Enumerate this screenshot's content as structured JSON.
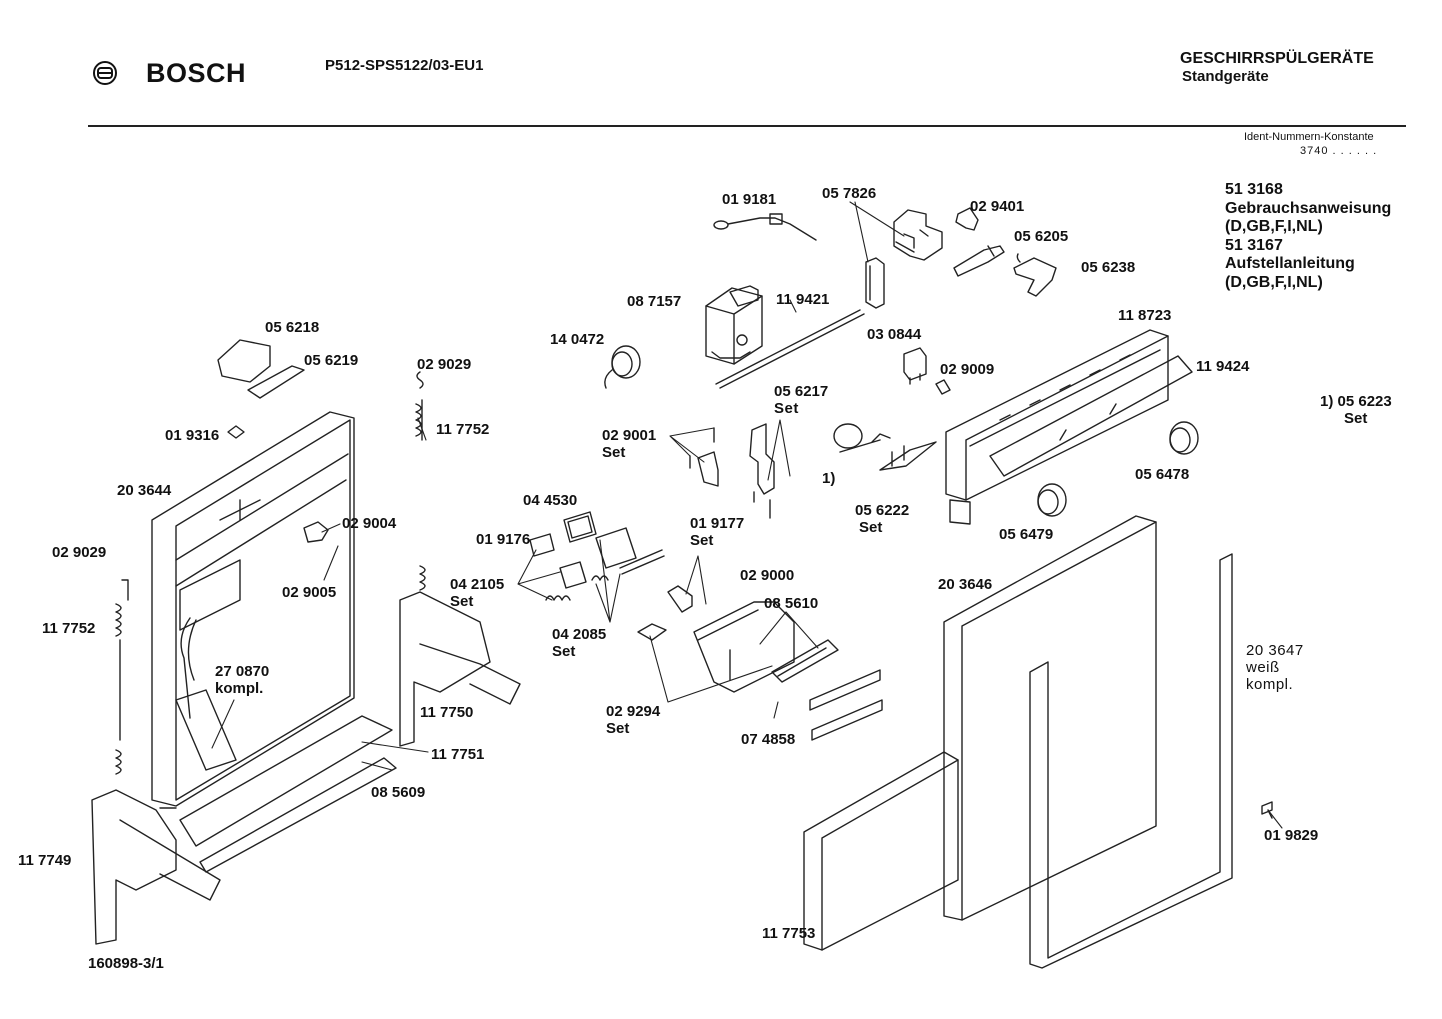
{
  "header": {
    "brand": "BOSCH",
    "model": "P512-SPS5122/03-EU1",
    "category": "GESCHIRRSPÜLGERÄTE",
    "subcategory": "Standgeräte"
  },
  "ident": {
    "title": "Ident-Nummern-Konstante",
    "value": "3740  . .   . . . ."
  },
  "documents": [
    {
      "number": "51 3168",
      "name": "Gebrauchsanweisung",
      "langs": "(D,GB,F,I,NL)"
    },
    {
      "number": "51 3167",
      "name": "Aufstellanleitung",
      "langs": "(D,GB,F,I,NL)"
    }
  ],
  "parts": [
    {
      "code": "01 9181"
    },
    {
      "code": "05 7826"
    },
    {
      "code": "02 9401"
    },
    {
      "code": "05 6205"
    },
    {
      "code": "05 6238"
    },
    {
      "code": "08 7157"
    },
    {
      "code": "11 9421"
    },
    {
      "code": "14 0472"
    },
    {
      "code": "03 0844"
    },
    {
      "code": "02 9009"
    },
    {
      "code": "11 8723"
    },
    {
      "code": "11 9424"
    },
    {
      "code": "05 6218"
    },
    {
      "code": "05 6219"
    },
    {
      "code": "02 9029",
      "id": "a"
    },
    {
      "code": "11 7752",
      "id": "a"
    },
    {
      "code": "01 9316"
    },
    {
      "code": "05 6217",
      "note": "Set"
    },
    {
      "code": "02 9001",
      "note": "Set"
    },
    {
      "code": "1)"
    },
    {
      "code": "05 6222",
      "note": "Set"
    },
    {
      "code": "05 6478"
    },
    {
      "code": "05 6479"
    },
    {
      "code": "20 3644"
    },
    {
      "code": "02 9004"
    },
    {
      "code": "04 4530"
    },
    {
      "code": "01 9176"
    },
    {
      "code": "01 9177",
      "note": "Set"
    },
    {
      "code": "02 9029",
      "id": "b"
    },
    {
      "code": "02 9005"
    },
    {
      "code": "04 2105",
      "note": "Set"
    },
    {
      "code": "02 9000"
    },
    {
      "code": "08 5610"
    },
    {
      "code": "20 3646"
    },
    {
      "code": "11 7752",
      "id": "b"
    },
    {
      "code": "04 2085",
      "note": "Set"
    },
    {
      "code": "20 3647",
      "note": "weiß",
      "note2": "kompl."
    },
    {
      "code": "27 0870",
      "note": "kompl."
    },
    {
      "code": "02 9294",
      "note": "Set"
    },
    {
      "code": "07 4858"
    },
    {
      "code": "11 7750"
    },
    {
      "code": "11 7751"
    },
    {
      "code": "08 5609"
    },
    {
      "code": "11 7749"
    },
    {
      "code": "01 9829"
    },
    {
      "code": "11 7753"
    }
  ],
  "footnote": {
    "marker": "1)",
    "code": "05 6223",
    "note": "Set"
  },
  "footer_code": "160898-3/1"
}
